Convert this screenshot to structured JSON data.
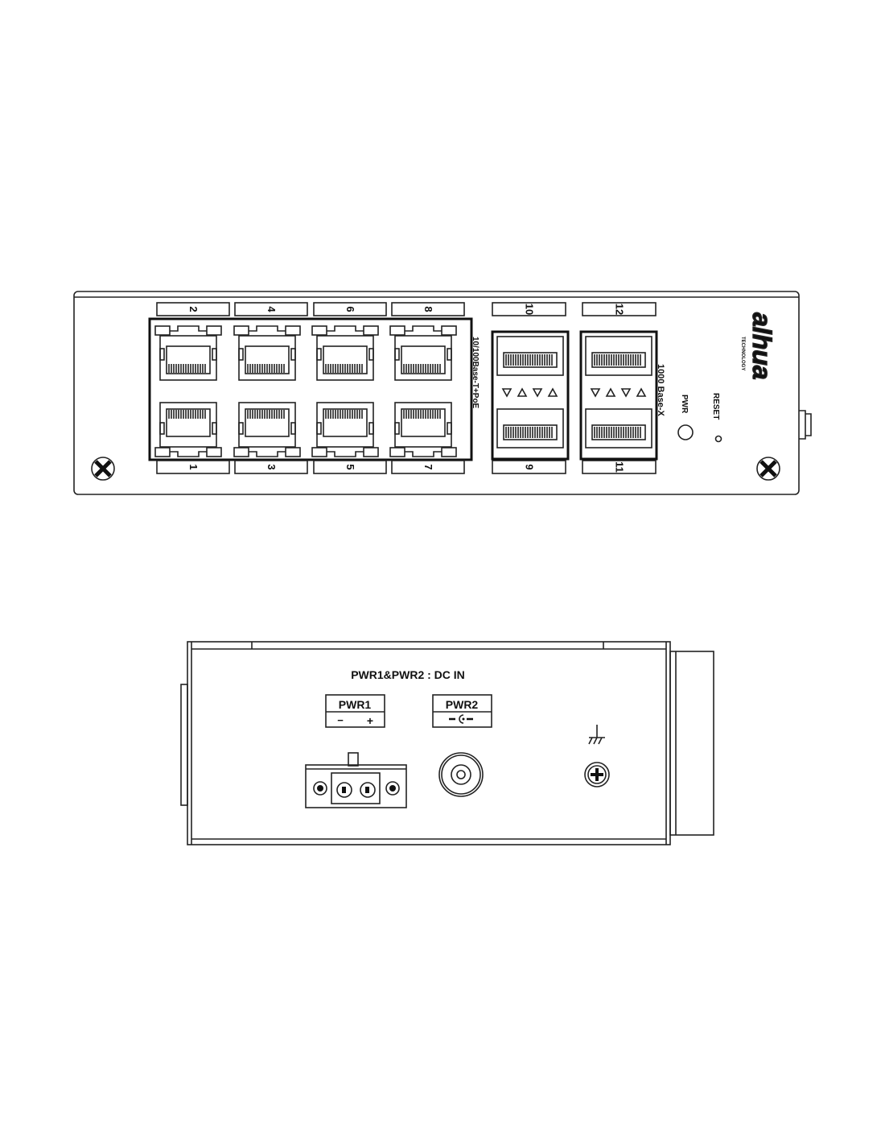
{
  "front_panel": {
    "port_labels_top": [
      "2",
      "4",
      "6",
      "8"
    ],
    "port_labels_bottom": [
      "1",
      "3",
      "5",
      "7"
    ],
    "sfp_labels_top": [
      "10",
      "12"
    ],
    "sfp_labels_bottom": [
      "9",
      "11"
    ],
    "rj45_group_label": "10/100Base-T+PoE",
    "sfp_group_label": "1000 Base-X",
    "pwr_led_label": "PWR",
    "reset_label": "RESET",
    "logo_text": "alhua",
    "logo_subtext": "TECHNOLOGY"
  },
  "rear_panel": {
    "title": "PWR1&PWR2 : DC IN",
    "pwr1_label": "PWR1",
    "pwr1_polarity_minus": "−",
    "pwr1_polarity_plus": "+",
    "pwr2_label": "PWR2"
  }
}
